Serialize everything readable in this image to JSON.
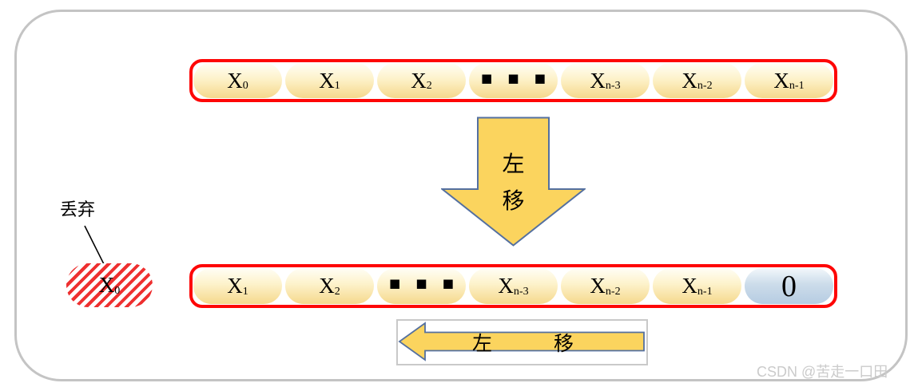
{
  "top_register": {
    "cells": [
      {
        "main": "X",
        "sub": "0"
      },
      {
        "main": "X",
        "sub": "1"
      },
      {
        "main": "X",
        "sub": "2"
      },
      {
        "main": "■ ■ ■",
        "sub": ""
      },
      {
        "main": "X",
        "sub": "n-3"
      },
      {
        "main": "X",
        "sub": "n-2"
      },
      {
        "main": "X",
        "sub": "n-1"
      }
    ]
  },
  "bottom_register": {
    "cells": [
      {
        "main": "X",
        "sub": "1"
      },
      {
        "main": "X",
        "sub": "2"
      },
      {
        "main": "■ ■ ■",
        "sub": ""
      },
      {
        "main": "X",
        "sub": "n-3"
      },
      {
        "main": "X",
        "sub": "n-2"
      },
      {
        "main": "X",
        "sub": "n-1"
      },
      {
        "main": "0",
        "sub": ""
      }
    ]
  },
  "down_arrow": {
    "lines": [
      "左",
      "移"
    ]
  },
  "shift_arrow": {
    "label_left": "左",
    "label_right": "移"
  },
  "discard": {
    "label": "丢弃",
    "cell": {
      "main": "X",
      "sub": "0"
    }
  },
  "watermark": {
    "text": "CSDN @苦走一口田"
  },
  "colors": {
    "register_border": "#fe0606",
    "cell_gradient_top": "#fffef6",
    "cell_gradient_bottom": "#f5d88c",
    "zero_cell_top": "#f2f7fb",
    "zero_cell_bottom": "#b6cce2",
    "arrow_fill": "#fbd45e",
    "arrow_outline": "#5470a0",
    "hatch_red": "#ee3030",
    "frame_border": "#c4c4c4",
    "watermark_gray": "#cbcbcb"
  }
}
